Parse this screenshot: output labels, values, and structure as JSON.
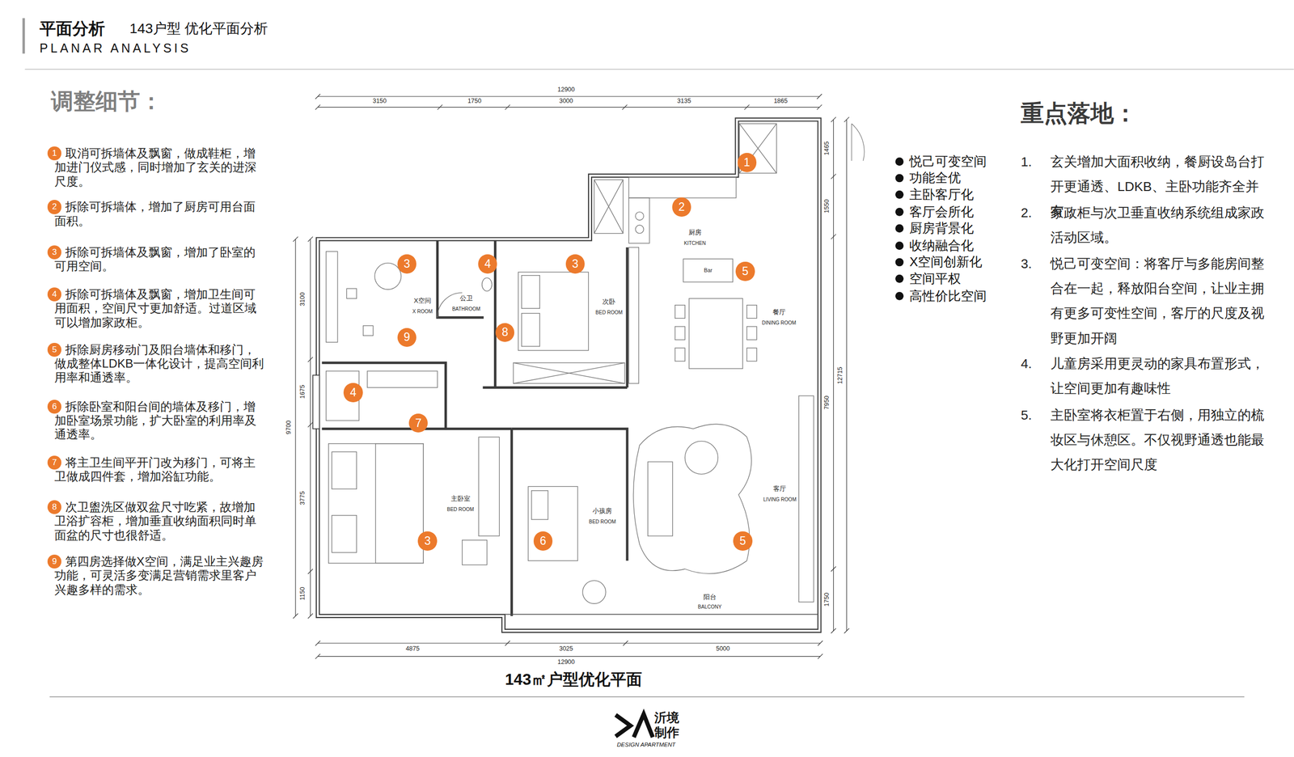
{
  "diagram": {
    "title": "平面分析",
    "caption": "143㎡户型优化平面",
    "nodes": [
      {
        "text": [
          "1"
        ]
      },
      {
        "text": [
          "2"
        ]
      },
      {
        "text": [
          "3"
        ]
      },
      {
        "text": [
          "4"
        ]
      },
      {
        "text": [
          "5"
        ]
      },
      {
        "text": [
          "6"
        ]
      },
      {
        "text": [
          "7"
        ]
      },
      {
        "text": [
          "8"
        ]
      },
      {
        "text": [
          "9"
        ]
      },
      {
        "text": [
          "1"
        ]
      },
      {
        "text": [
          "2"
        ]
      },
      {
        "text": [
          "5"
        ]
      },
      {
        "text": [
          "3"
        ]
      },
      {
        "text": [
          "4"
        ]
      },
      {
        "text": [
          "3"
        ]
      },
      {
        "text": [
          "9"
        ]
      },
      {
        "text": [
          "8"
        ]
      },
      {
        "text": [
          "4"
        ]
      },
      {
        "text": [
          "7"
        ]
      },
      {
        "text": [
          "3"
        ]
      },
      {
        "text": [
          "6"
        ]
      },
      {
        "text": [
          "5"
        ]
      }
    ],
    "labels": [
      "143户型 优化平面分析",
      "PLANAR ANALYSIS",
      "调整细节：",
      "取消可拆墙体及飘窗，做成鞋柜，增加进门仪式感，同时增加了玄关的进深尺度。",
      "拆除可拆墙体，增加了厨房可用台面面积。",
      "拆除可拆墙体及飘窗，增加了卧室的可用空间。",
      "拆除可拆墙体及飘窗，增加卫生间可用面积，空间尺寸更加舒适。过道区域可以增加家政柜。",
      "拆除厨房移动门及阳台墙体和移门，做成整体LDKB一体化设计，提高空间利用率和通透率。",
      "拆除卧室和阳台间的墙体及移门，增加卧室场景功能，扩大卧室的利用率及通透率。",
      "将主卫生间平开门改为移门，可将主卫做成四件套，增加浴缸功能。",
      "次卫盥洗区做双盆尺寸吃紧，故增加卫浴扩容柜，增加垂直收纳面积同时单面盆的尺寸也很舒适。",
      "第四房选择做X空间，满足业主兴趣房功能，可灵活多变满足营销需求里客户兴趣多样的需求。",
      "悦己可变空间",
      "功能全优",
      "主卧客厅化",
      "客厅会所化",
      "厨房背景化",
      "收纳融合化",
      "X空间创新化",
      "空间平权",
      "高性价比空间",
      "重点落地：",
      "1.",
      "玄关增加大面积收纳，餐厨设岛台打开更通透、LDKB、主卧功能齐全并有，",
      "2.",
      "家政柜与次卫垂直收纳系统组成家政活动区域。",
      "3.",
      "悦己可变空间：将客厅与多能房间整合在一起，释放阳台空间，让业主拥有更多可变性空间，客厅的尺度及视野更加开阔",
      "4.",
      "儿童房采用更灵动的家具布置形式，让空间更加有趣味性",
      "5.",
      "主卧室将衣柜置于右侧，用独立的梳妆区与休憩区。不仅视野通透也能最大化打开空间尺度",
      "12900",
      "3150",
      "1750",
      "3000",
      "3135",
      "1865",
      "4875",
      "3025",
      "5000",
      "12900",
      "3100",
      "1675",
      "9700",
      "3775",
      "1150",
      "1465",
      "1550",
      "12715",
      "7950",
      "1750",
      "X空间",
      "X ROOM",
      "公卫",
      "BATHROOM",
      "次卧",
      "BED ROOM",
      "厨房",
      "KITCHEN",
      "Bar",
      "餐厅",
      "DINING ROOM",
      "主卧室",
      "BED ROOM",
      "小孩房",
      "BED ROOM",
      "客厅",
      "LIVING ROOM",
      "阳台",
      "BALCONY",
      "沂境",
      "制作",
      "DESIGN APARTMENT"
    ]
  }
}
